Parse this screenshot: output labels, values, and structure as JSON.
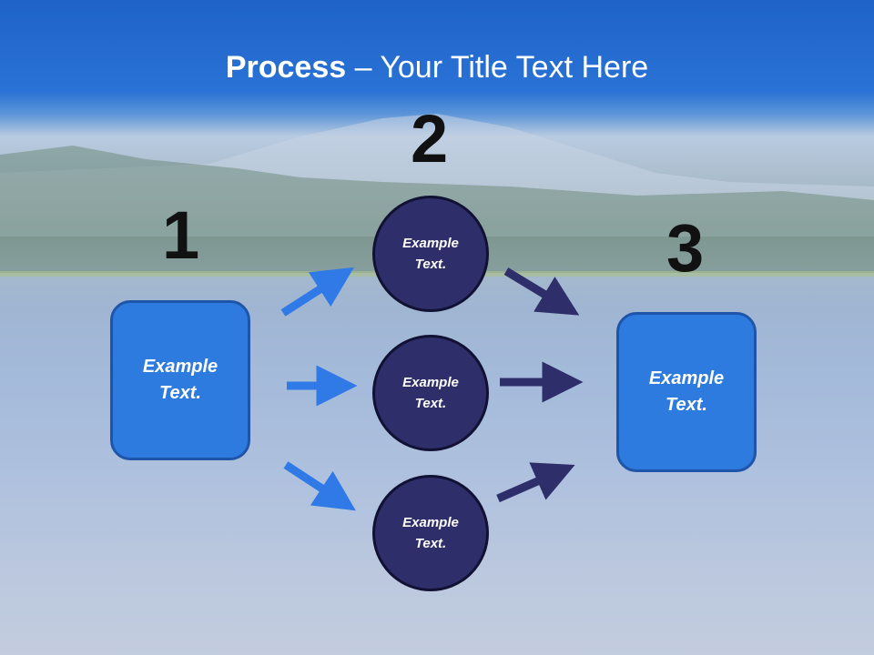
{
  "title": {
    "bold": "Process",
    "rest": " – Your Title Text Here"
  },
  "steps": {
    "one": {
      "number": "1",
      "label": "Example Text."
    },
    "two": {
      "number": "2"
    },
    "three": {
      "number": "3",
      "label": "Example Text."
    }
  },
  "circles": [
    {
      "label": "Example Text."
    },
    {
      "label": "Example Text."
    },
    {
      "label": "Example Text."
    }
  ],
  "colors": {
    "box_fill": "#2e7be0",
    "circle_fill": "#2e2e6a",
    "arrow_light": "#2f7ae6",
    "arrow_dark": "#2e2e6a"
  }
}
